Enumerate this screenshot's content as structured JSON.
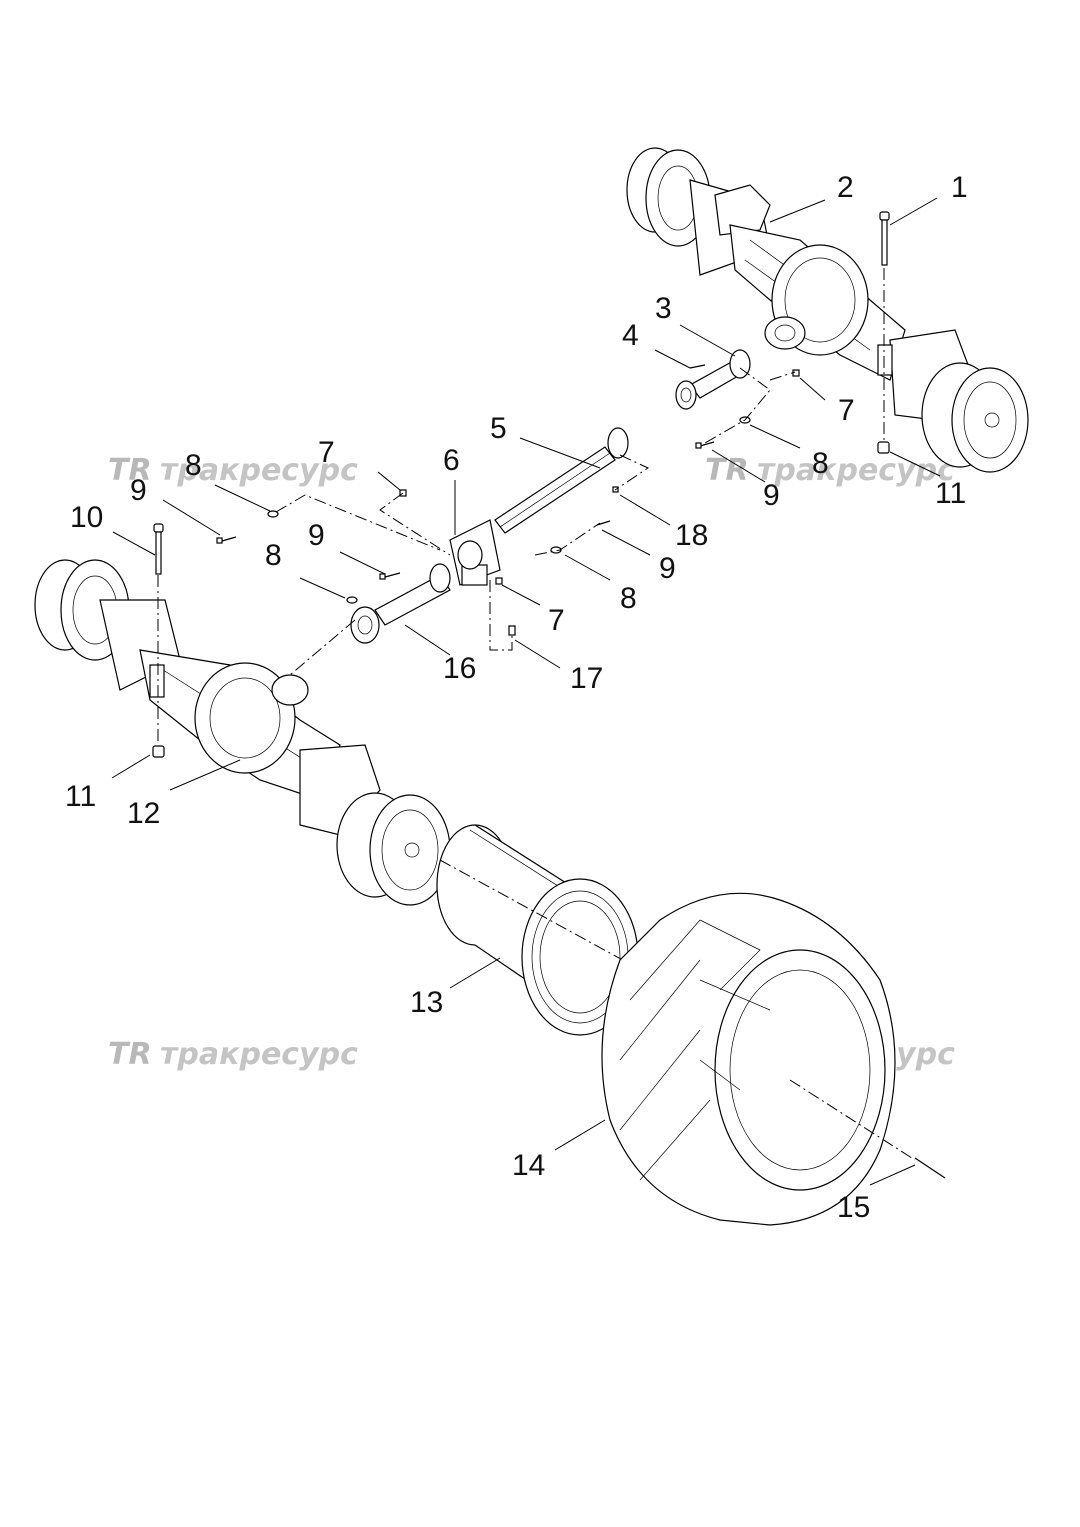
{
  "watermark": {
    "text": "тракресурс"
  },
  "callouts": [
    {
      "id": "1",
      "label": "1"
    },
    {
      "id": "2",
      "label": "2"
    },
    {
      "id": "3",
      "label": "3"
    },
    {
      "id": "4",
      "label": "4"
    },
    {
      "id": "5",
      "label": "5"
    },
    {
      "id": "6",
      "label": "6"
    },
    {
      "id": "7a",
      "label": "7"
    },
    {
      "id": "7b",
      "label": "7"
    },
    {
      "id": "7c",
      "label": "7"
    },
    {
      "id": "8a",
      "label": "8"
    },
    {
      "id": "8b",
      "label": "8"
    },
    {
      "id": "8c",
      "label": "8"
    },
    {
      "id": "8d",
      "label": "8"
    },
    {
      "id": "9a",
      "label": "9"
    },
    {
      "id": "9b",
      "label": "9"
    },
    {
      "id": "9c",
      "label": "9"
    },
    {
      "id": "9d",
      "label": "9"
    },
    {
      "id": "10",
      "label": "10"
    },
    {
      "id": "11a",
      "label": "11"
    },
    {
      "id": "11b",
      "label": "11"
    },
    {
      "id": "12",
      "label": "12"
    },
    {
      "id": "13",
      "label": "13"
    },
    {
      "id": "14",
      "label": "14"
    },
    {
      "id": "15",
      "label": "15"
    },
    {
      "id": "16",
      "label": "16"
    },
    {
      "id": "17",
      "label": "17"
    },
    {
      "id": "18",
      "label": "18"
    }
  ]
}
